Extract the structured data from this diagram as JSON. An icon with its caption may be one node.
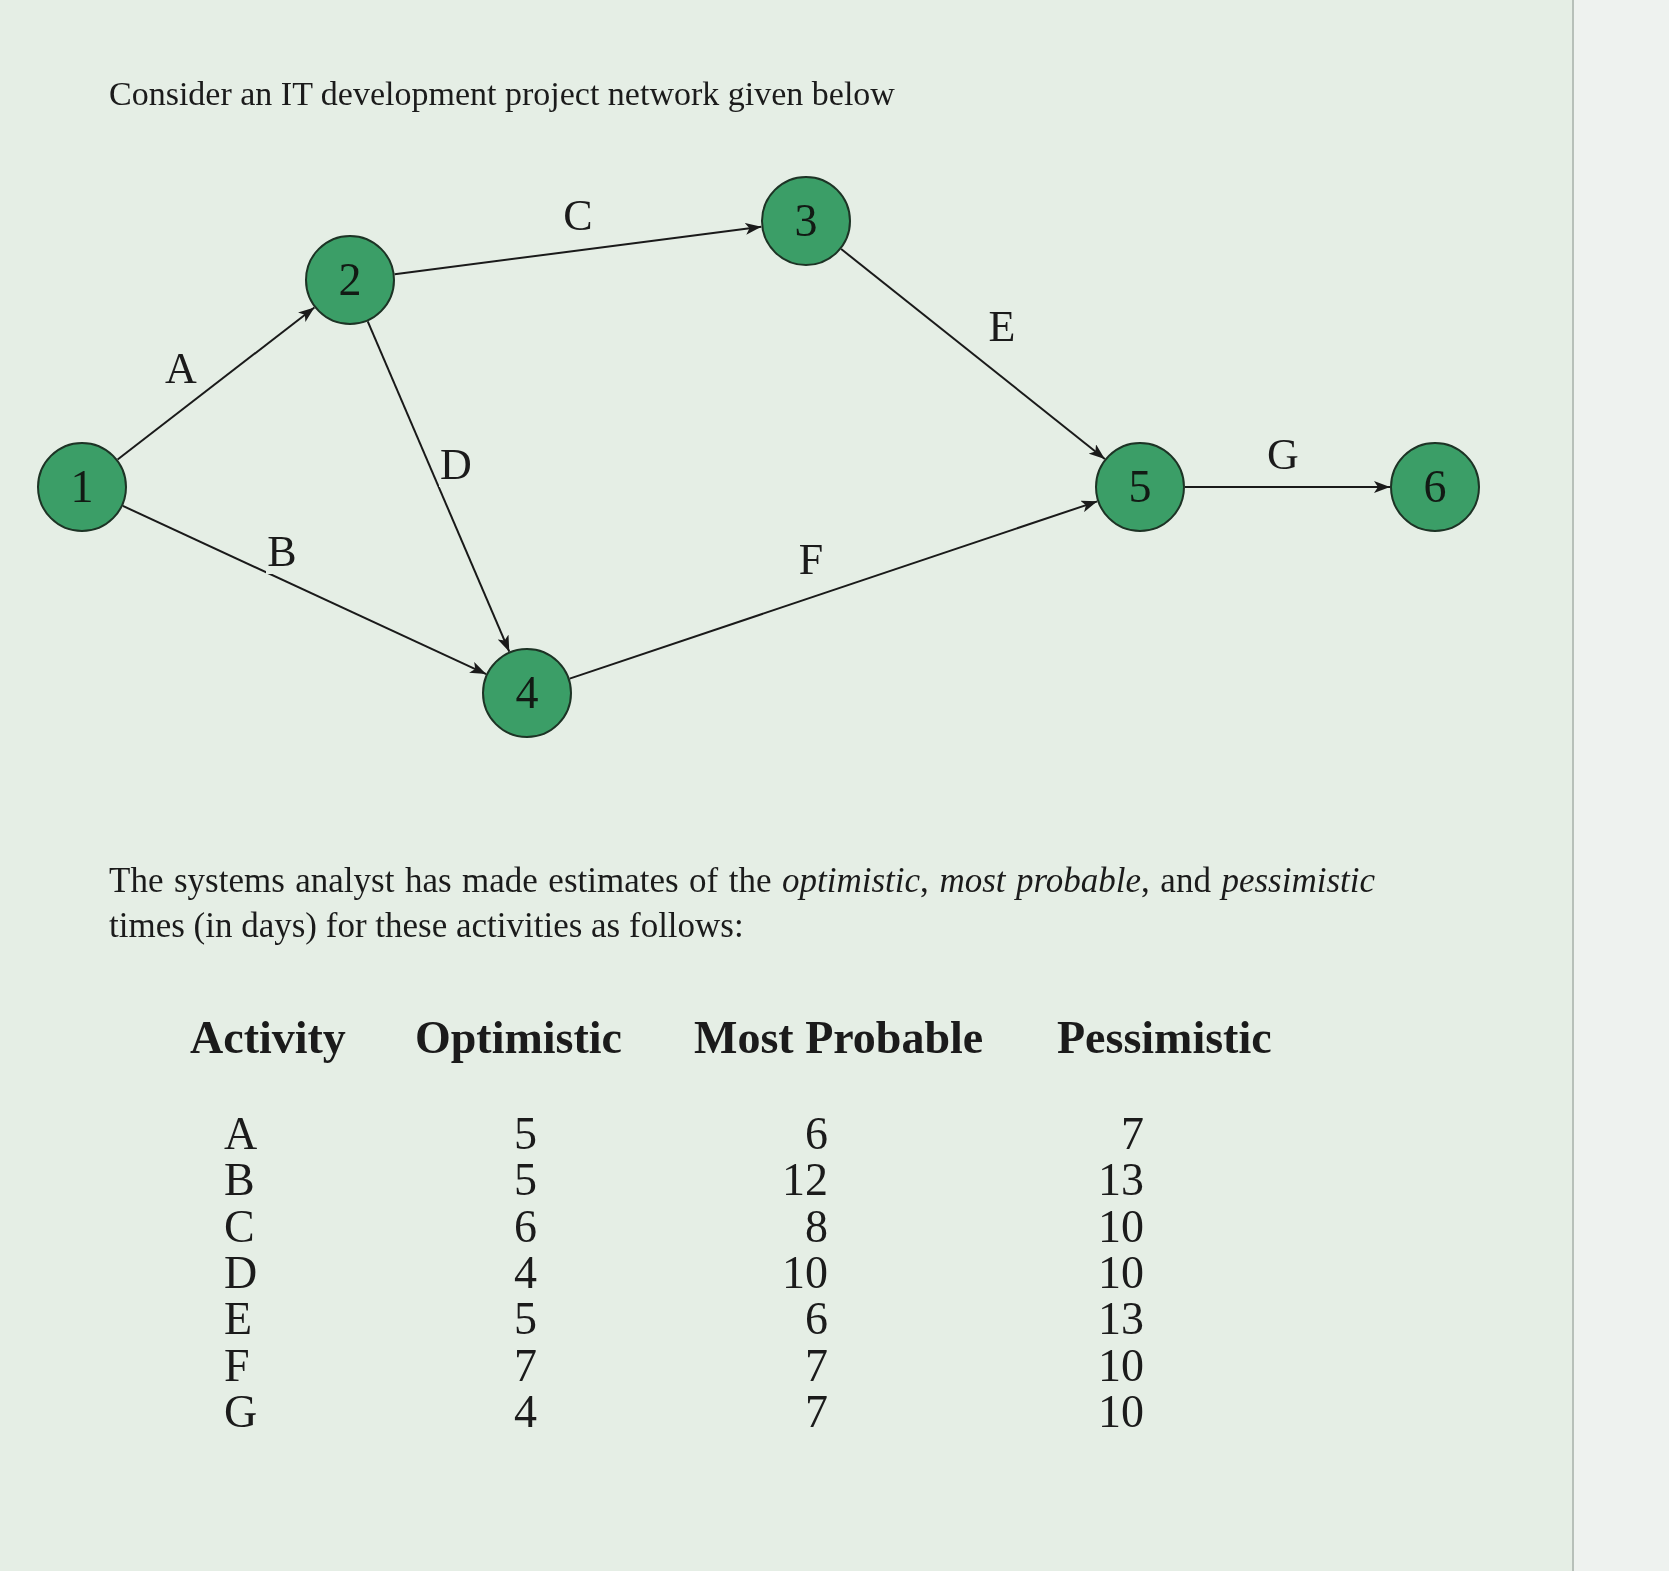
{
  "diagram": {
    "title": "Consider an IT development project network given below",
    "nodes": [
      {
        "text": [
          "1"
        ]
      },
      {
        "text": [
          "2"
        ]
      },
      {
        "text": [
          "3"
        ]
      },
      {
        "text": [
          "4"
        ]
      },
      {
        "text": [
          "5"
        ]
      },
      {
        "text": [
          "6"
        ]
      }
    ],
    "edges": [
      {
        "from": 0,
        "to": 1,
        "arrow": "to",
        "label": "A"
      },
      {
        "from": 0,
        "to": 3,
        "arrow": "to",
        "label": "B"
      },
      {
        "from": 1,
        "to": 2,
        "arrow": "to",
        "label": "C"
      },
      {
        "from": 1,
        "to": 3,
        "arrow": "to",
        "label": "D"
      },
      {
        "from": 2,
        "to": 4,
        "arrow": "to",
        "label": "E"
      },
      {
        "from": 3,
        "to": 4,
        "arrow": "to",
        "label": "F"
      },
      {
        "from": 4,
        "to": 5,
        "arrow": "to",
        "label": "G"
      }
    ],
    "labels": [
      "The systems analyst has made estimates of the *optimistic*, *most probable*, and *pessimistic* times (in days) for these activities as follows:",
      "Activity",
      "Optimistic",
      "Most Probable",
      "Pessimistic",
      "A",
      "5",
      "6",
      "7",
      "B",
      "5",
      "12",
      "13",
      "C",
      "6",
      "8",
      "10",
      "D",
      "4",
      "10",
      "10",
      "E",
      "5",
      "6",
      "13",
      "F",
      "7",
      "7",
      "10",
      "G",
      "4",
      "7",
      "10"
    ]
  }
}
